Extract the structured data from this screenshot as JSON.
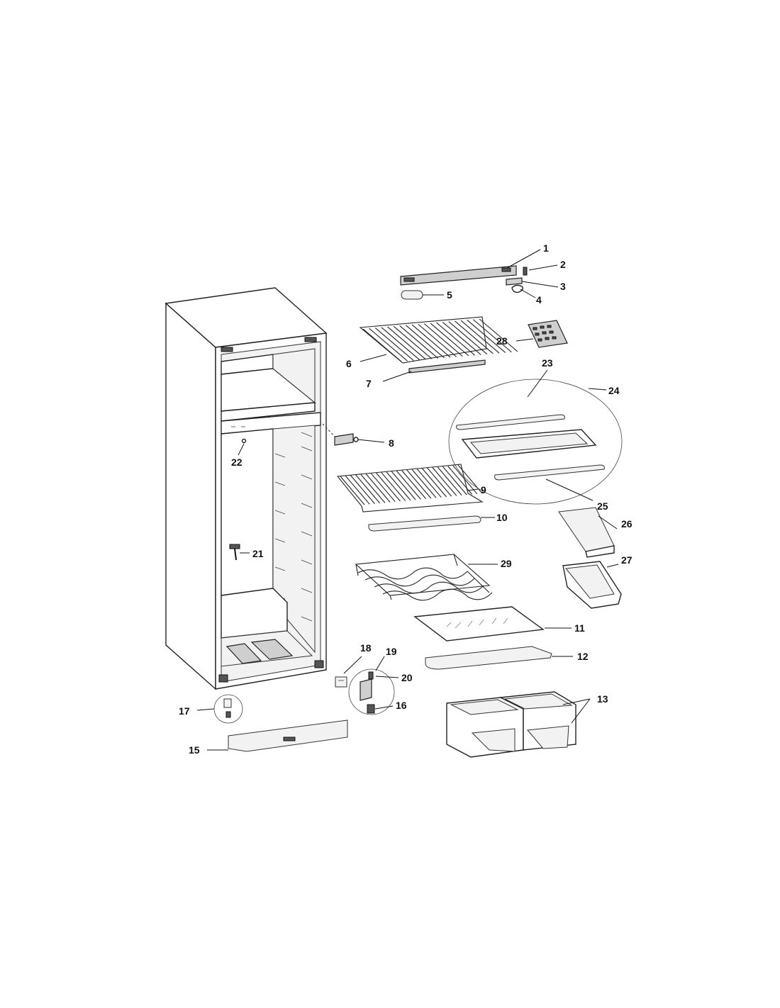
{
  "callouts": {
    "c1": "1",
    "c2": "2",
    "c3": "3",
    "c4": "4",
    "c5": "5",
    "c6": "6",
    "c7": "7",
    "c8": "8",
    "c9": "9",
    "c10": "10",
    "c11": "11",
    "c12": "12",
    "c13": "13",
    "c15": "15",
    "c16": "16",
    "c17": "17",
    "c18": "18",
    "c19": "19",
    "c20": "20",
    "c21": "21",
    "c22": "22",
    "c23": "23",
    "c24": "24",
    "c25": "25",
    "c26": "26",
    "c27": "27",
    "c28": "28",
    "c29": "29"
  }
}
